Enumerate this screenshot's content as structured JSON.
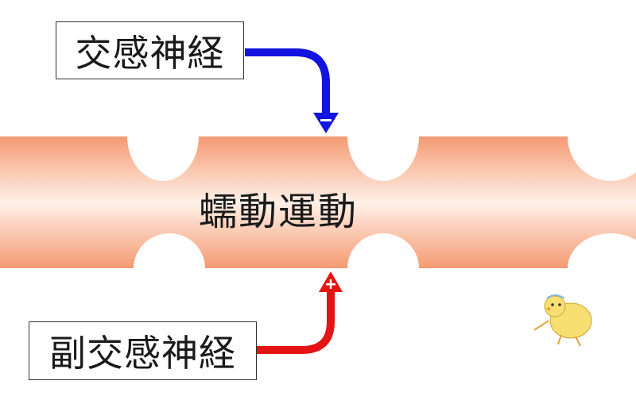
{
  "diagram": {
    "sympathetic_label": "交感神経",
    "parasympathetic_label": "副交感神経",
    "center_label": "蠕動運動",
    "minus_sign": "-",
    "plus_sign": "+",
    "colors": {
      "intestine_edge": "#f59a72",
      "intestine_center": "#fff1e8",
      "sympathetic_arrow": "#1414e0",
      "parasympathetic_arrow": "#e41414"
    },
    "mascot_icon": "chick-icon"
  }
}
